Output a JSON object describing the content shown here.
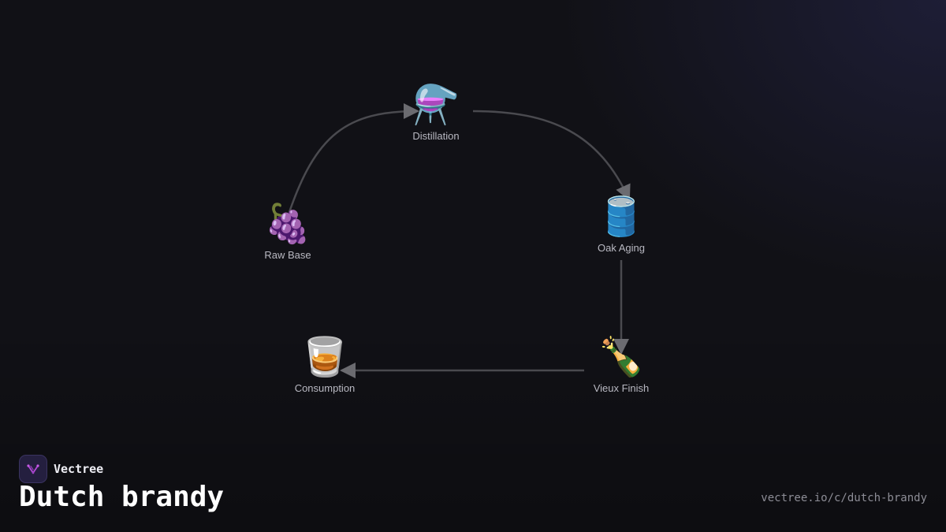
{
  "diagram": {
    "nodes": [
      {
        "id": "raw-base",
        "icon": "🍇",
        "icon_name": "grapes-icon",
        "label": "Raw Base"
      },
      {
        "id": "distillation",
        "icon": "⚗️",
        "icon_name": "alembic-icon",
        "label": "Distillation"
      },
      {
        "id": "oak-aging",
        "icon": "🛢️",
        "icon_name": "barrel-icon",
        "label": "Oak Aging"
      },
      {
        "id": "vieux-finish",
        "icon": "🍾",
        "icon_name": "bottle-icon",
        "label": "Vieux Finish"
      },
      {
        "id": "consumption",
        "icon": "🥃",
        "icon_name": "tumbler-glass-icon",
        "label": "Consumption"
      }
    ],
    "edges": [
      {
        "from": "raw-base",
        "to": "distillation"
      },
      {
        "from": "distillation",
        "to": "oak-aging"
      },
      {
        "from": "oak-aging",
        "to": "vieux-finish"
      },
      {
        "from": "vieux-finish",
        "to": "consumption"
      }
    ],
    "edge_color": "#4a4a4f",
    "arrow_color": "#6b6b70"
  },
  "brand": {
    "name": "Vectree",
    "logo_icon": "vectree-logo-icon",
    "accent": "#b44ad8"
  },
  "title": "Dutch brandy",
  "url": "vectree.io/c/dutch-brandy"
}
